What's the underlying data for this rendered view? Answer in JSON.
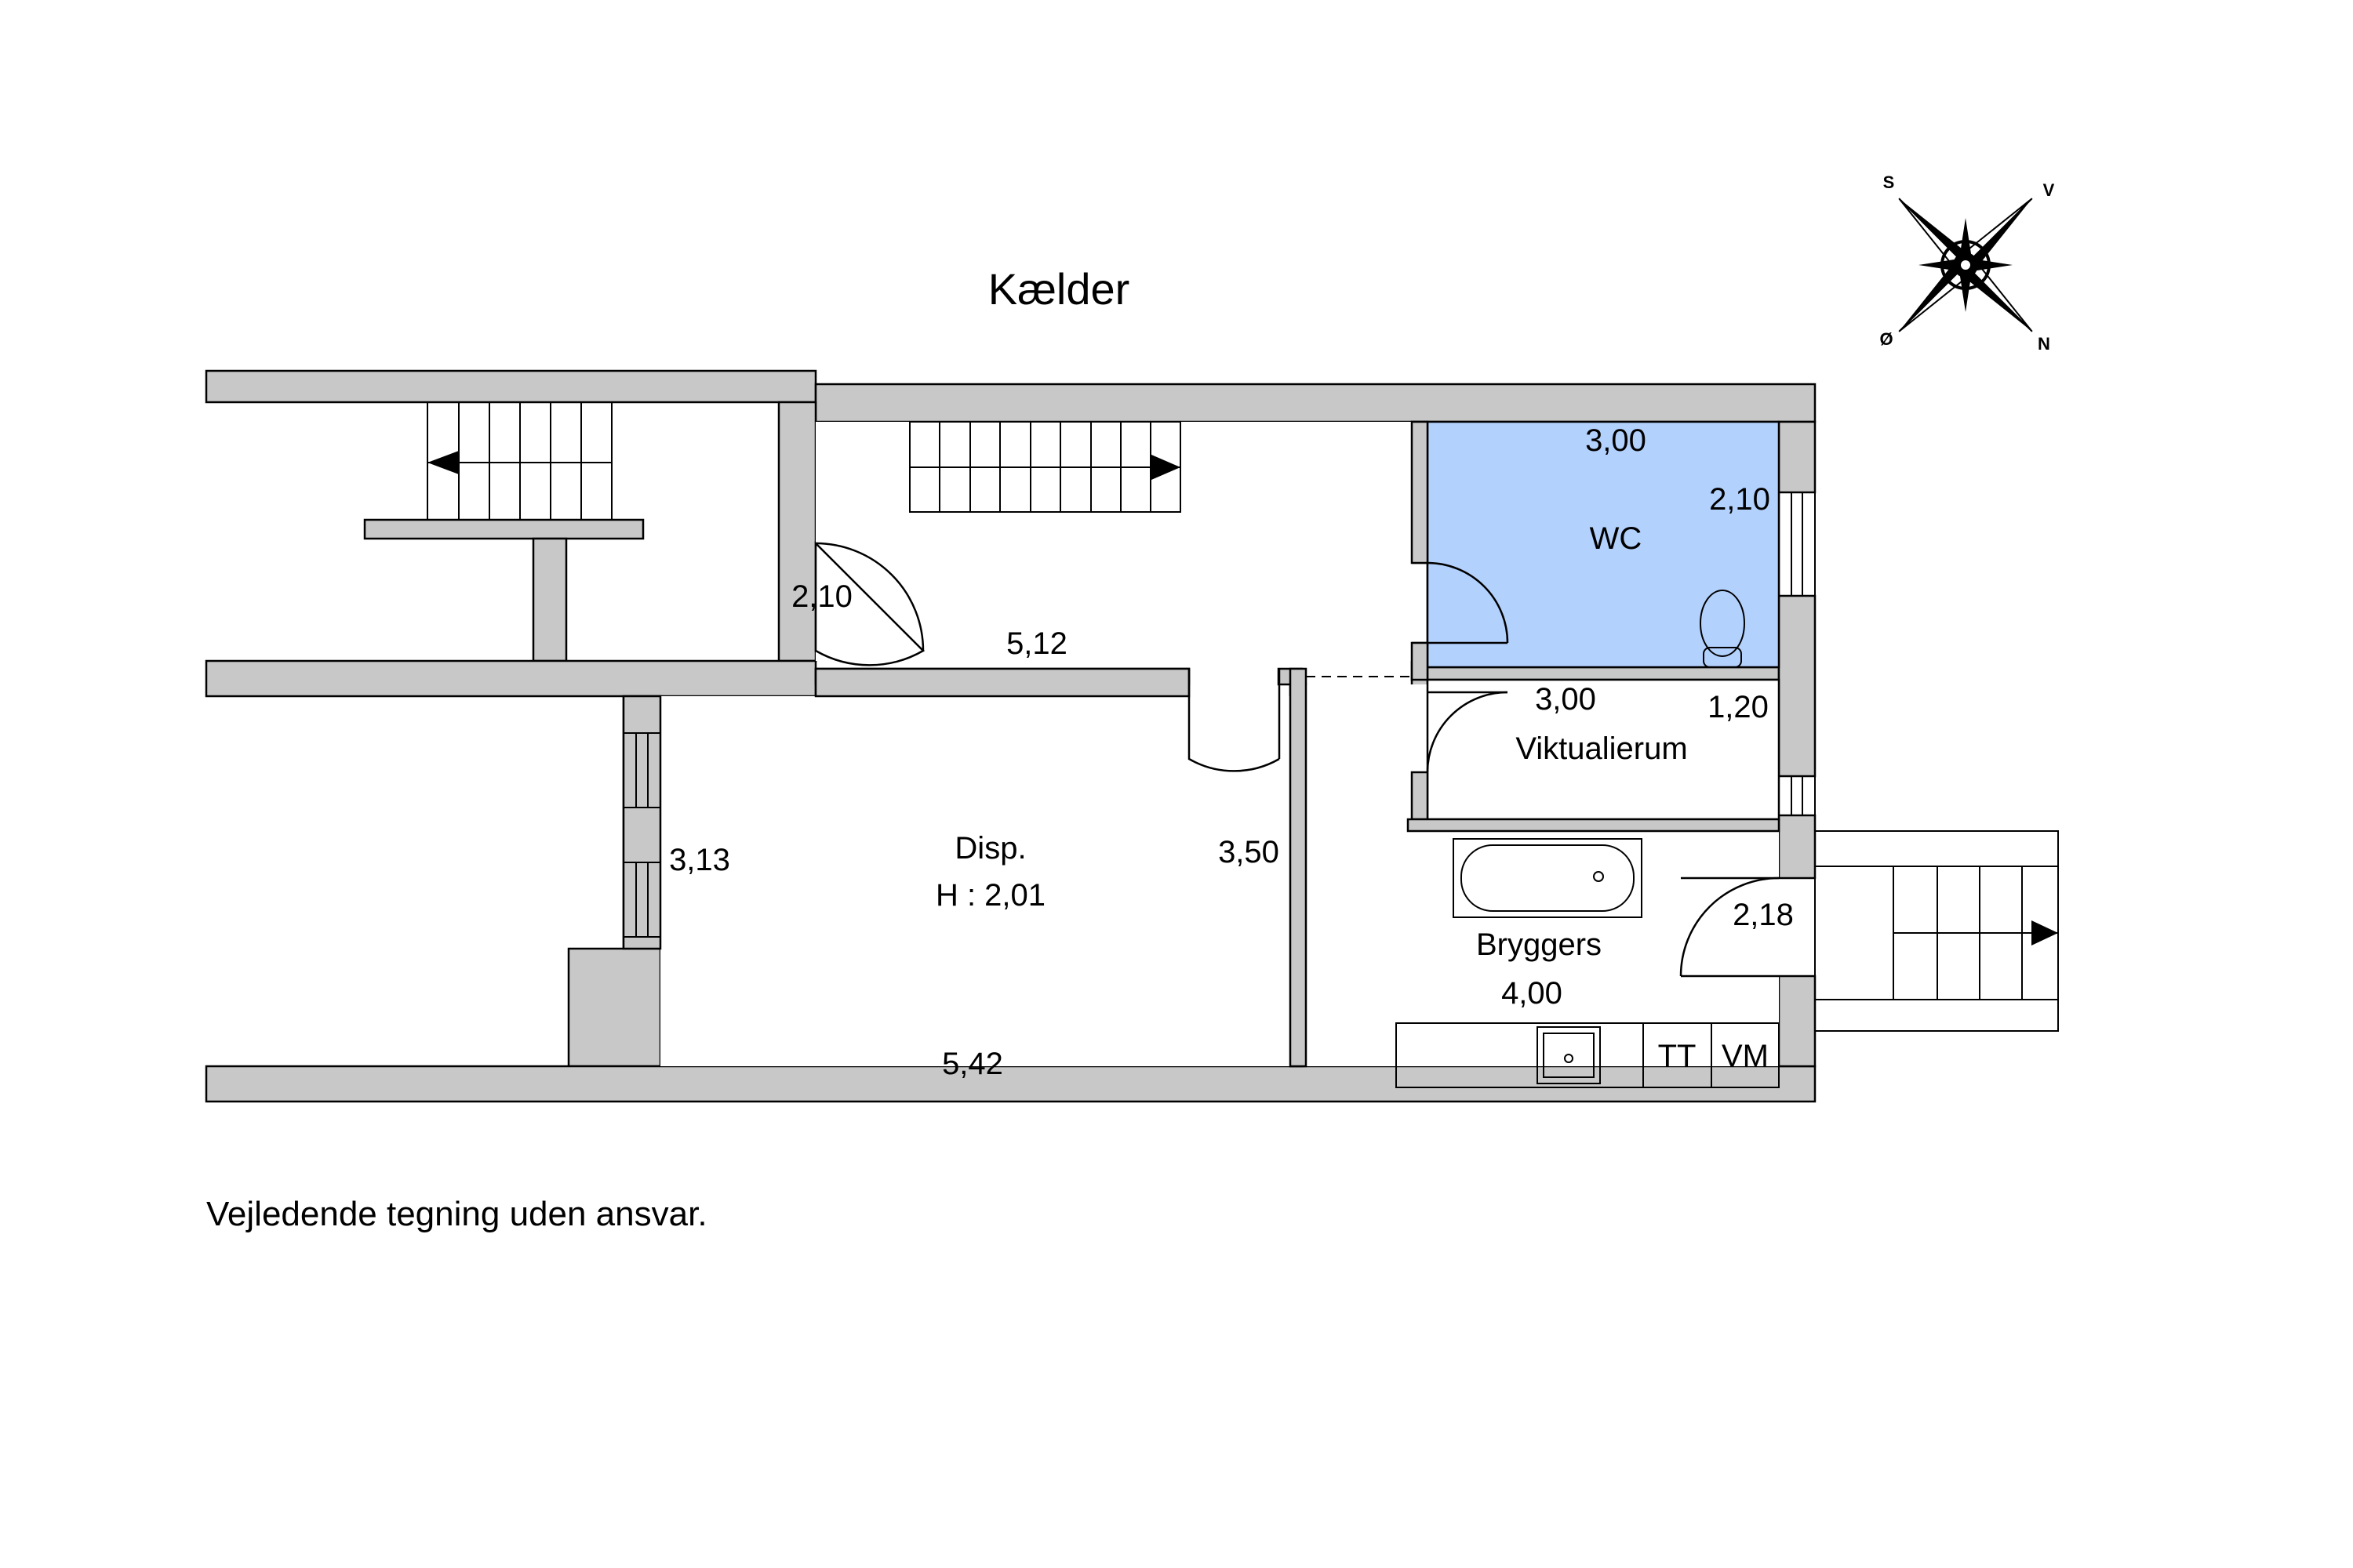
{
  "title": "Kælder",
  "disclaimer": "Vejledende tegning uden ansvar.",
  "compass": {
    "s": "S",
    "v": "V",
    "o": "Ø",
    "n": "N"
  },
  "rooms": {
    "wc": {
      "label": "WC",
      "width": "3,00",
      "depth": "2,10"
    },
    "viktualierum": {
      "label": "Viktualierum",
      "width": "3,00",
      "depth": "1,20"
    },
    "disp": {
      "label": "Disp.",
      "height": "H : 2,01",
      "width_top": "5,12",
      "width_bottom": "5,42",
      "depth_right": "3,50",
      "depth_left": "3,13"
    },
    "bryggers": {
      "label": "Bryggers",
      "width": "4,00",
      "depth": "2,18"
    },
    "stair_hall": {
      "depth": "2,10"
    }
  },
  "fixtures": {
    "tt": "TT",
    "vm": "VM"
  },
  "colors": {
    "wall": "#c8c8c8",
    "wc_fill": "#b3d1fd"
  }
}
